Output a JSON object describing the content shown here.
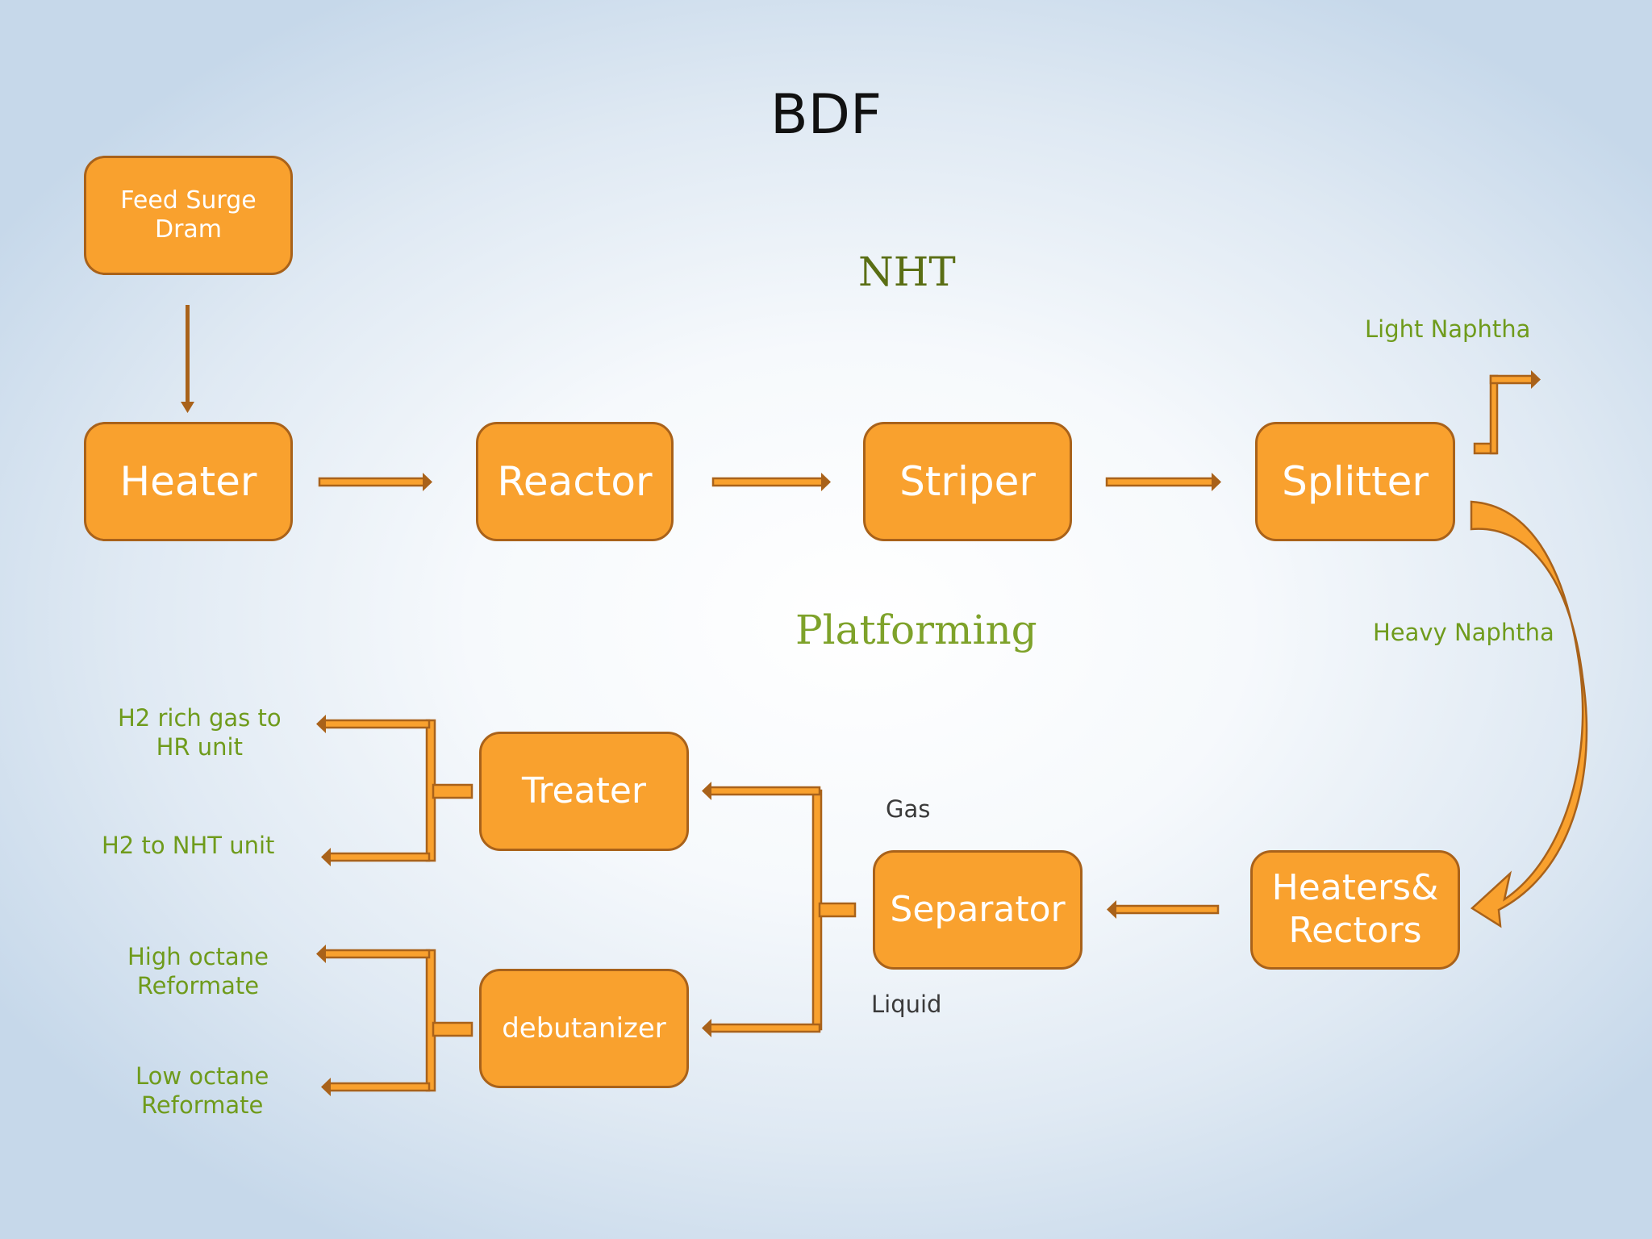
{
  "title": "BDF",
  "section_labels": {
    "nht": "NHT",
    "platforming": "Platforming"
  },
  "boxes": {
    "feed_surge": "Feed Surge\nDram",
    "heater": "Heater",
    "reactor": "Reactor",
    "striper": "Striper",
    "splitter": "Splitter",
    "heaters_rectors": "Heaters&\nRectors",
    "separator": "Separator",
    "treater": "Treater",
    "debutanizer": "debutanizer"
  },
  "stream_labels": {
    "light_naphtha": "Light Naphtha",
    "heavy_naphtha": "Heavy Naphtha",
    "gas": "Gas",
    "liquid": "Liquid",
    "h2_rich_gas": "H2 rich gas to\nHR unit",
    "h2_nht": "H2 to NHT unit",
    "high_octane": "High octane\nReformate",
    "low_octane": "Low octane\nReformate"
  },
  "colors": {
    "box_fill": "#f9a12e",
    "box_border": "#a9621a",
    "label_green": "#6f9b1c",
    "section_green": "#5a6e14"
  }
}
